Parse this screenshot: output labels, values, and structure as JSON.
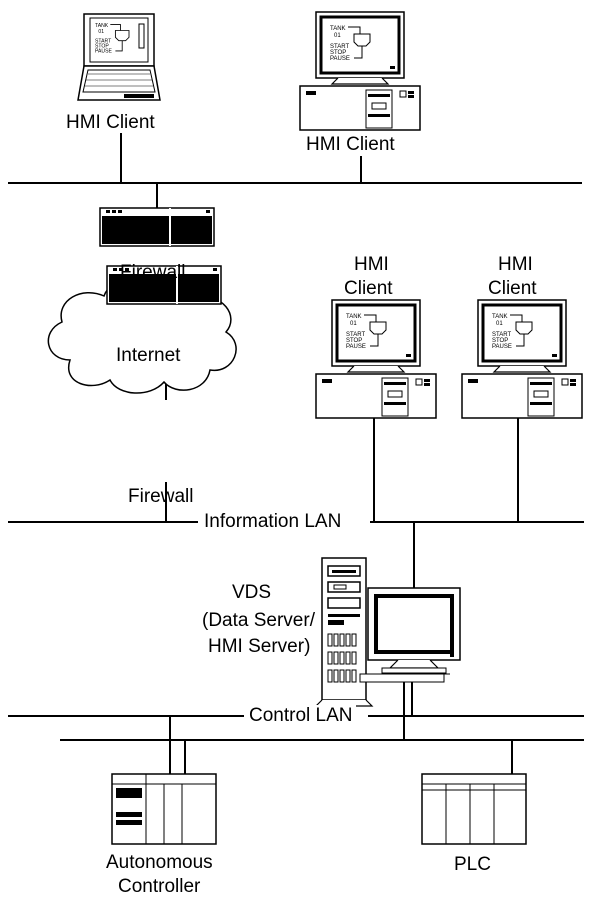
{
  "diagram": {
    "labels": {
      "hmi_client_1": "HMI Client",
      "hmi_client_2": "HMI Client",
      "hmi_client_3_line1": "HMI",
      "hmi_client_3_line2": "Client",
      "hmi_client_4_line1": "HMI",
      "hmi_client_4_line2": "Client",
      "firewall_top": "Firewall",
      "firewall_bottom": "Firewall",
      "internet": "Internet",
      "information_lan": "Information LAN",
      "vds_line1": "VDS",
      "vds_line2": "(Data Server/",
      "vds_line3": "HMI Server)",
      "control_lan": "Control LAN",
      "autonomous_controller_line1": "Autonomous",
      "autonomous_controller_line2": "Controller",
      "plc": "PLC"
    },
    "hmi_screen_text": [
      "TANK",
      "01",
      "START",
      "STOP",
      "PAUSE"
    ]
  }
}
